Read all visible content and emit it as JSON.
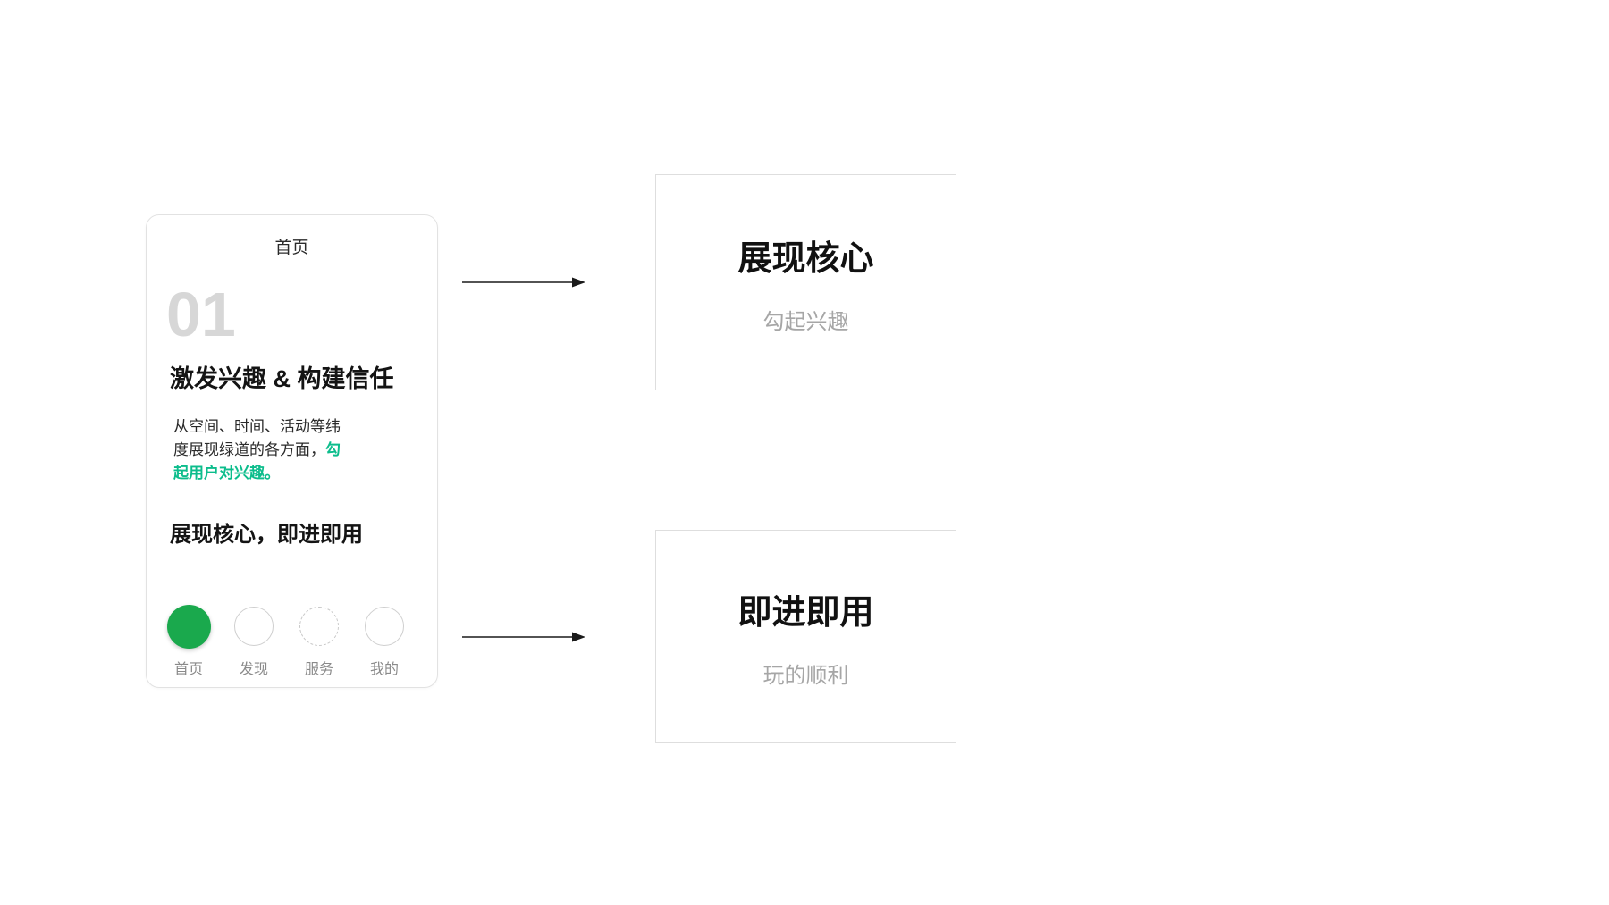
{
  "palette": {
    "accent_green": "#0cbd8c",
    "circle_green": "#1aa94d",
    "number_gray": "#d7d7d7",
    "muted_gray": "#a6a6a6"
  },
  "phone_card": {
    "header": "首页",
    "step_number": "01",
    "heading": "激发兴趣 & 构建信任",
    "body_prefix": "从空间、时间、活动等纬度展现绿道的各方面，",
    "body_highlight": "勾起用户对兴趣。",
    "subheading": "展现核心，即进即用",
    "tabbar": {
      "items": [
        {
          "label": "首页",
          "state": "active"
        },
        {
          "label": "发现",
          "state": "default"
        },
        {
          "label": "服务",
          "state": "dashed"
        },
        {
          "label": "我的",
          "state": "default"
        }
      ]
    }
  },
  "flow_boxes": [
    {
      "title": "展现核心",
      "subtitle": "勾起兴趣"
    },
    {
      "title": "即进即用",
      "subtitle": "玩的顺利"
    }
  ]
}
